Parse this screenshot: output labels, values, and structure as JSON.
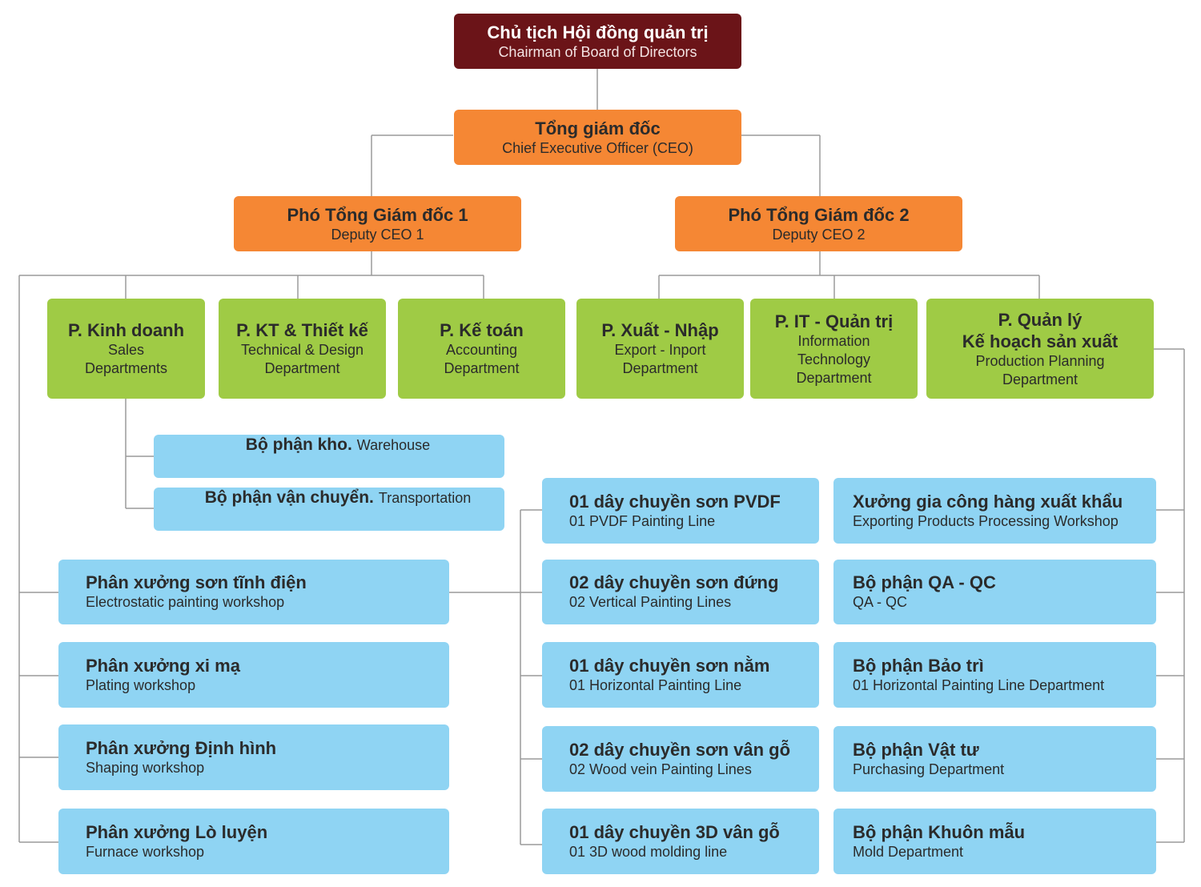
{
  "chairman": {
    "title": "Chủ tịch Hội đồng quản trị",
    "subtitle": "Chairman of Board of Directors"
  },
  "ceo": {
    "title": "Tổng giám đốc",
    "subtitle": "Chief Executive Officer (CEO)"
  },
  "deputy1": {
    "title": "Phó Tổng Giám đốc 1",
    "subtitle": "Deputy CEO 1"
  },
  "deputy2": {
    "title": "Phó Tổng Giám đốc 2",
    "subtitle": "Deputy CEO 2"
  },
  "departments": [
    {
      "title": "P. Kinh doanh",
      "subtitle_lines": [
        "Sales",
        "Departments"
      ]
    },
    {
      "title": "P. KT & Thiết kế",
      "subtitle_lines": [
        "Technical & Design",
        "Department"
      ]
    },
    {
      "title": "P. Kế toán",
      "subtitle_lines": [
        "Accounting",
        "Department"
      ]
    },
    {
      "title": "P. Xuất - Nhập",
      "subtitle_lines": [
        "Export - Inport",
        "Department"
      ]
    },
    {
      "title": "P. IT - Quản trị",
      "subtitle_lines": [
        "Information",
        "Technology",
        "Department"
      ]
    },
    {
      "title_lines": [
        "P. Quản lý",
        "Kế hoạch sản xuất"
      ],
      "subtitle_lines": [
        "Production Planning",
        "Department"
      ]
    }
  ],
  "sales_units": [
    {
      "title": "Bộ phận kho.",
      "subtitle": "Warehouse"
    },
    {
      "title": "Bộ phận vận chuyển.",
      "subtitle": "Transportation"
    }
  ],
  "workshops": [
    {
      "title": "Phân xưởng sơn tĩnh điện",
      "subtitle": "Electrostatic painting workshop"
    },
    {
      "title": "Phân xưởng xi mạ",
      "subtitle": "Plating workshop"
    },
    {
      "title": "Phân xưởng Định hình",
      "subtitle": "Shaping workshop"
    },
    {
      "title": "Phân xưởng Lò luyện",
      "subtitle": "Furnace workshop"
    }
  ],
  "lines": [
    {
      "title": "01 dây chuyền sơn PVDF",
      "subtitle": "01 PVDF Painting Line"
    },
    {
      "title": "02 dây chuyền sơn đứng",
      "subtitle": "02 Vertical Painting Lines"
    },
    {
      "title": "01 dây chuyền sơn nằm",
      "subtitle": "01 Horizontal Painting Line"
    },
    {
      "title": "02 dây chuyền sơn vân gỗ",
      "subtitle": "02 Wood vein Painting Lines"
    },
    {
      "title": "01 dây chuyền 3D vân gỗ",
      "subtitle": "01 3D wood molding line"
    }
  ],
  "planning_units": [
    {
      "title": "Xưởng gia công hàng xuất khẩu",
      "subtitle": "Exporting Products Processing Workshop"
    },
    {
      "title": "Bộ phận QA - QC",
      "subtitle": "QA - QC"
    },
    {
      "title": "Bộ phận Bảo trì",
      "subtitle": "01 Horizontal Painting Line Department"
    },
    {
      "title": "Bộ phận Vật tư",
      "subtitle": "Purchasing Department"
    },
    {
      "title": "Bộ phận Khuôn mẫu",
      "subtitle": "Mold Department"
    }
  ],
  "colors": {
    "chairman": "#6b1418",
    "executive": "#f58734",
    "department": "#9fcb45",
    "unit": "#8fd4f3",
    "connector": "#9a9a9a"
  }
}
